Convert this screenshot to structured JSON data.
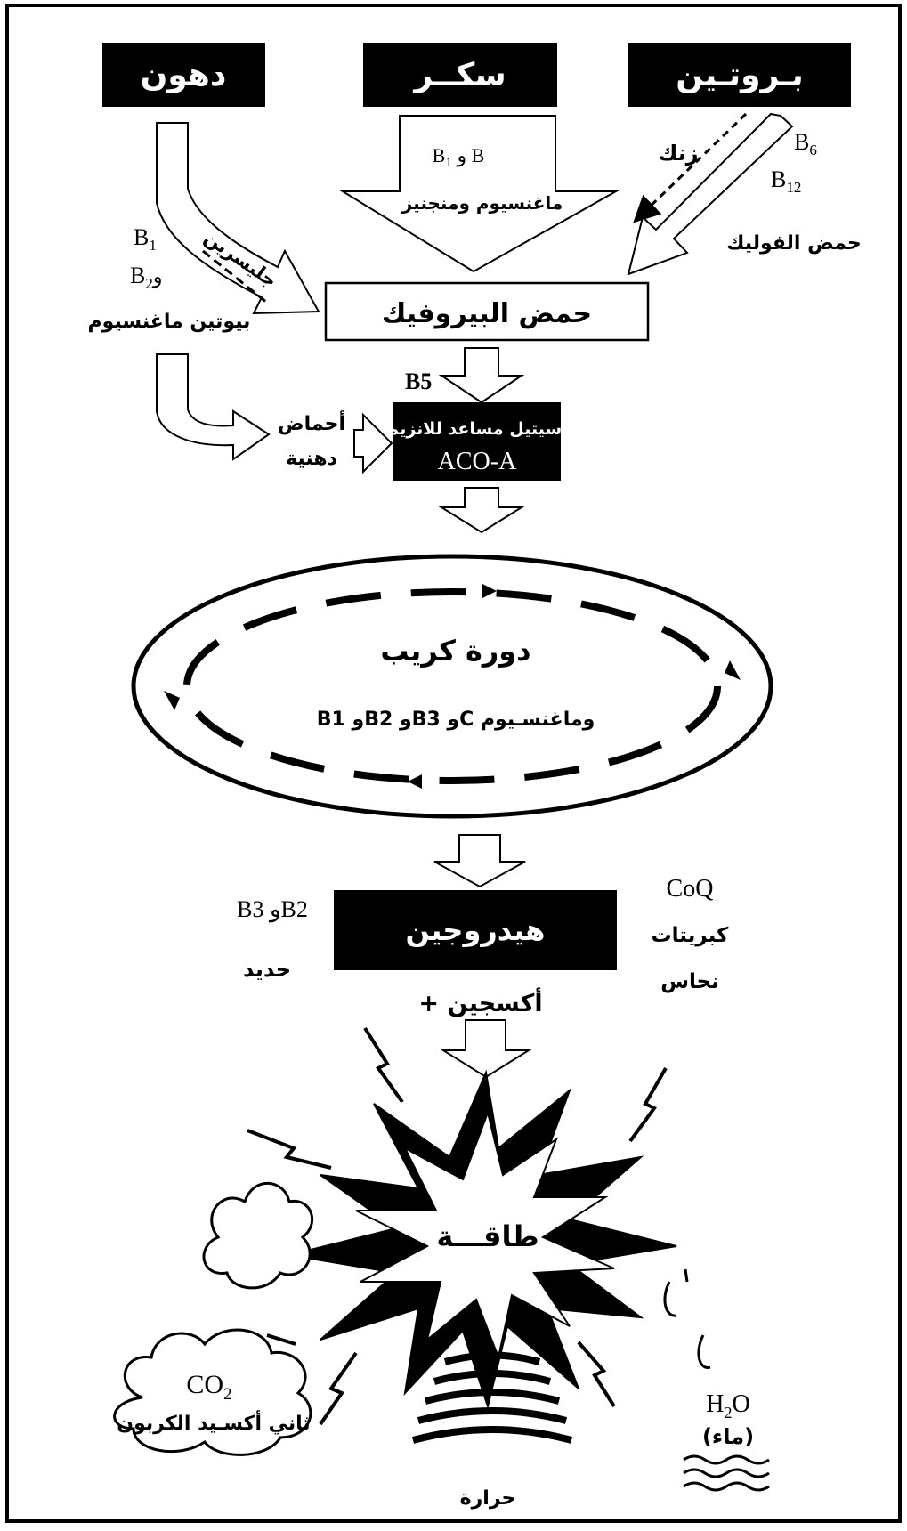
{
  "sources": {
    "fats": "دهون",
    "sugar": "سكــر",
    "protein": "بـروتـين"
  },
  "cofactors": {
    "sugar_vitamins": "B₁ و B",
    "sugar_minerals": "ماغنسيوم ومنجنيز",
    "zinc": "زنك",
    "b6": "B6",
    "b12": "B12",
    "folic": "حمض الفوليك",
    "glycerin": "جليسرين",
    "b1": "B1",
    "b2": "B2و",
    "biotin_mg": "بيوتين ماغنسيوم",
    "b5": "B5",
    "fatty_acids_1": "أحماض",
    "fatty_acids_2": "دهنية",
    "krebs_cofactors": "B1  وB2 وB3 وC وماغنسـيوم",
    "h_left_1": "B3 وB2",
    "h_left_2": "حديد",
    "coq": "CoQ",
    "sulfur": "كبريتات",
    "copper": "نحاس"
  },
  "nodes": {
    "pyruvic": "حمض البيروفيك",
    "acetyl_line1": "أسيتيل مساعد للانزيم",
    "acetyl_line2": "ACO-A",
    "krebs": "دورة كريب",
    "hydrogen": "هيدروجين",
    "oxygen": "+ أكسجين",
    "energy": "طاقـــة"
  },
  "products": {
    "co2": "CO2",
    "co2_name": "ثاني أكسـيد الكربون",
    "heat": "حرارة",
    "h2o": "H2O",
    "water": "(ماء)"
  }
}
